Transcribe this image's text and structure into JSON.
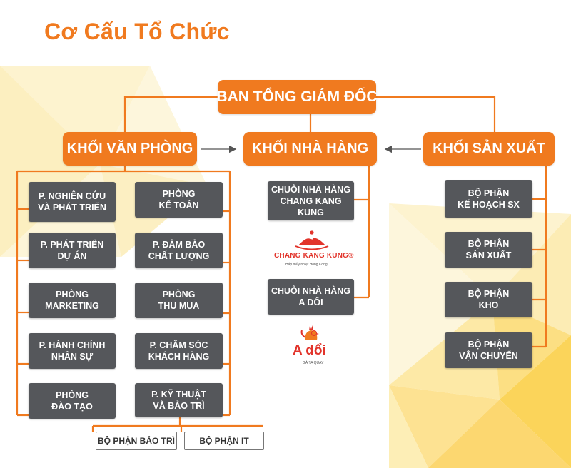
{
  "title": "Cơ Cấu Tổ Chức",
  "root": {
    "label": "BAN TỔNG GIÁM ĐỐC"
  },
  "divisions": {
    "van_phong": "KHỐI VĂN PHÒNG",
    "nha_hang": "KHỐI NHÀ HÀNG",
    "san_xuat": "KHỐI SẢN XUẤT"
  },
  "van_phong_left": [
    [
      "P. NGHIÊN CỨU",
      "VÀ PHÁT TRIỂN"
    ],
    [
      "P. PHÁT TRIỂN",
      "DỰ ÁN"
    ],
    [
      "PHÒNG",
      "MARKETING"
    ],
    [
      "P. HÀNH CHÍNH",
      "NHÂN SỰ"
    ],
    [
      "PHÒNG",
      "ĐÀO TẠO"
    ]
  ],
  "van_phong_right": [
    [
      "PHÒNG",
      "KẾ TOÁN"
    ],
    [
      "P. ĐẢM BẢO",
      "CHẤT LƯỢNG"
    ],
    [
      "PHÒNG",
      "THU MUA"
    ],
    [
      "P. CHĂM SÓC",
      "KHÁCH HÀNG"
    ],
    [
      "P. KỸ THUẬT",
      "VÀ BẢO TRÌ"
    ]
  ],
  "ky_thuat_sub": [
    "BỘ PHẬN BẢO TRÌ",
    "BỘ PHẬN IT"
  ],
  "nha_hang_items": [
    [
      "CHUỖI NHÀ HÀNG",
      "CHANG KANG KUNG"
    ],
    [
      "CHUỖI NHÀ HÀNG",
      "A DỔI"
    ]
  ],
  "logos": {
    "chang_kang_kung": {
      "name": "CHANG KANG KUNG®",
      "tagline": "Hấp thủy nhiệt Hong Kong",
      "icon": "covered-dish-icon"
    },
    "a_doi": {
      "name": "A dổi",
      "tagline": "GÀ TA QUAY",
      "icon": "rooster-icon"
    }
  },
  "san_xuat_items": [
    [
      "BỘ PHẬN",
      "KẾ HOẠCH SX"
    ],
    [
      "BỘ PHẬN",
      "SẢN XUẤT"
    ],
    [
      "BỘ PHẬN",
      "KHO"
    ],
    [
      "BỘ PHẬN",
      "VẬN CHUYỂN"
    ]
  ],
  "colors": {
    "accent": "#f07a1f",
    "box_gray": "#55575b",
    "connector": "#555555",
    "logo_red": "#e2342b",
    "background_yellow": "#fbd45a"
  }
}
